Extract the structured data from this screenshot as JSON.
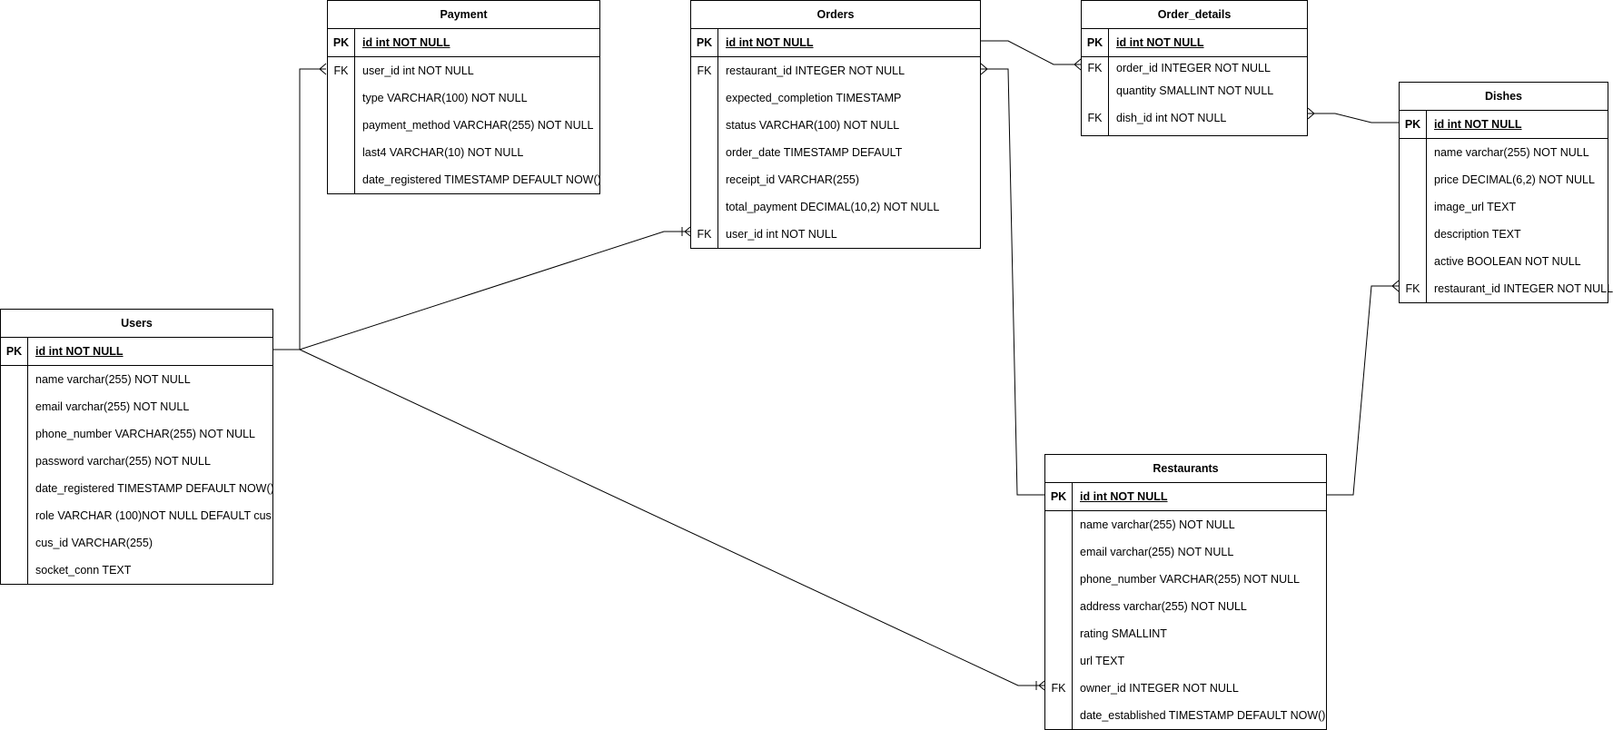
{
  "entities": {
    "payment": {
      "title": "Payment",
      "pk": {
        "key": "PK",
        "field": "id int NOT NULL"
      },
      "rows": [
        {
          "key": "FK",
          "field": "user_id int NOT NULL"
        },
        {
          "key": "",
          "field": "type VARCHAR(100) NOT NULL"
        },
        {
          "key": "",
          "field": "payment_method  VARCHAR(255) NOT NULL"
        },
        {
          "key": "",
          "field": "last4 VARCHAR(10) NOT NULL"
        },
        {
          "key": "",
          "field": "date_registered TIMESTAMP DEFAULT NOW()"
        }
      ]
    },
    "orders": {
      "title": "Orders",
      "pk": {
        "key": "PK",
        "field": "id int NOT NULL"
      },
      "rows": [
        {
          "key": "FK",
          "field": "restaurant_id INTEGER NOT NULL"
        },
        {
          "key": "",
          "field": "expected_completion TIMESTAMP"
        },
        {
          "key": "",
          "field": "status VARCHAR(100) NOT NULL"
        },
        {
          "key": "",
          "field": "order_date TIMESTAMP DEFAULT"
        },
        {
          "key": "",
          "field": "receipt_id VARCHAR(255)"
        },
        {
          "key": "",
          "field": "total_payment DECIMAL(10,2) NOT NULL"
        },
        {
          "key": "FK",
          "field": "user_id int NOT NULL"
        }
      ]
    },
    "order_details": {
      "title": "Order_details",
      "pk": {
        "key": "PK",
        "field": "id int NOT NULL"
      },
      "rows": [
        {
          "key": "FK",
          "field": "order_id INTEGER NOT NULL"
        },
        {
          "key": "",
          "field": "quantity SMALLINT NOT NULL"
        },
        {
          "key": "FK",
          "field": "dish_id int NOT NULL"
        }
      ]
    },
    "dishes": {
      "title": "Dishes",
      "pk": {
        "key": "PK",
        "field": "id int NOT NULL"
      },
      "rows": [
        {
          "key": "",
          "field": "name varchar(255) NOT NULL"
        },
        {
          "key": "",
          "field": "price DECIMAL(6,2) NOT NULL"
        },
        {
          "key": "",
          "field": "image_url  TEXT"
        },
        {
          "key": "",
          "field": "description TEXT"
        },
        {
          "key": "",
          "field": "active BOOLEAN NOT NULL"
        },
        {
          "key": "FK",
          "field": "restaurant_id INTEGER NOT NULL"
        }
      ]
    },
    "users": {
      "title": "Users",
      "pk": {
        "key": "PK",
        "field": "id int NOT NULL"
      },
      "rows": [
        {
          "key": "",
          "field": "name varchar(255) NOT NULL"
        },
        {
          "key": "",
          "field": "email varchar(255) NOT NULL"
        },
        {
          "key": "",
          "field": "phone_number VARCHAR(255) NOT NULL"
        },
        {
          "key": "",
          "field": "password varchar(255) NOT NULL"
        },
        {
          "key": "",
          "field": "date_registered TIMESTAMP DEFAULT NOW()"
        },
        {
          "key": "",
          "field": "role  VARCHAR (100)NOT NULL DEFAULT cus"
        },
        {
          "key": "",
          "field": "cus_id VARCHAR(255)"
        },
        {
          "key": "",
          "field": "socket_conn TEXT"
        }
      ]
    },
    "restaurants": {
      "title": "Restaurants",
      "pk": {
        "key": "PK",
        "field": "id int NOT NULL"
      },
      "rows": [
        {
          "key": "",
          "field": "name varchar(255) NOT NULL"
        },
        {
          "key": "",
          "field": "email varchar(255) NOT NULL"
        },
        {
          "key": "",
          "field": "phone_number VARCHAR(255) NOT NULL"
        },
        {
          "key": "",
          "field": "address varchar(255) NOT NULL"
        },
        {
          "key": "",
          "field": "rating SMALLINT"
        },
        {
          "key": "",
          "field": "url TEXT"
        },
        {
          "key": "FK",
          "field": "owner_id INTEGER NOT NULL"
        },
        {
          "key": "",
          "field": "date_established TIMESTAMP DEFAULT NOW()"
        }
      ]
    }
  },
  "relationships": [
    {
      "from": "users.id",
      "to": "payment.user_id",
      "to_end": "many"
    },
    {
      "from": "users.id",
      "to": "orders.user_id",
      "to_end": "one-or-many"
    },
    {
      "from": "users.id",
      "to": "restaurants.owner_id",
      "to_end": "one-or-many"
    },
    {
      "from": "orders.id",
      "to": "order_details.order_id",
      "to_end": "many"
    },
    {
      "from": "dishes.id",
      "to": "order_details.dish_id",
      "to_end": "many"
    },
    {
      "from": "restaurants.id",
      "to": "orders.restaurant_id",
      "to_end": "many"
    },
    {
      "from": "restaurants.id",
      "to": "dishes.restaurant_id",
      "to_end": "many"
    }
  ]
}
